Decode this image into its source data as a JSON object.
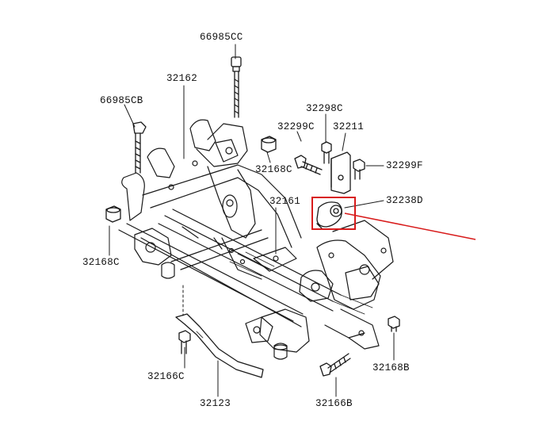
{
  "diagram": {
    "labels": {
      "p66985CC": "66985CC",
      "p32162": "32162",
      "p66985CB": "66985CB",
      "p32298C": "32298C",
      "p32299C": "32299C",
      "p32211": "32211",
      "p32168C_top": "32168C",
      "p32299F": "32299F",
      "p32161": "32161",
      "p32238D": "32238D",
      "p32168C_left": "32168C",
      "p32166C": "32166C",
      "p32168B": "32168B",
      "p32123": "32123",
      "p32166B": "32166B"
    },
    "highlight_color": "#d81b1b",
    "line_color": "#1a1a1a"
  }
}
